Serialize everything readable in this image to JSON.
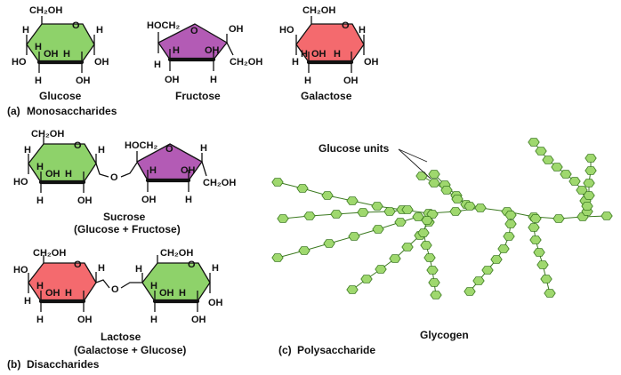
{
  "colors": {
    "glucose": "#8ed26a",
    "fructose": "#b35bb5",
    "galactose": "#f46a6e",
    "unit": "#9fd86e"
  },
  "glucose": {
    "labels": {
      "ch2oh": "CH₂OH",
      "o": "O",
      "h": "H",
      "oh": "OH",
      "ho": "HO"
    },
    "name": "Glucose"
  },
  "fructose": {
    "labels": {
      "hoch2": "HOCH₂",
      "o": "O",
      "h": "H",
      "oh": "OH",
      "ch2oh": "CH₂OH"
    },
    "name": "Fructose"
  },
  "galactose": {
    "labels": {
      "ch2oh": "CH₂OH",
      "o": "O",
      "h": "H",
      "oh": "OH",
      "ho": "HO"
    },
    "name": "Galactose"
  },
  "section_a": {
    "letter": "(a)",
    "label": "Monosaccharides"
  },
  "sucrose": {
    "name": "Sucrose",
    "sub": "(Glucose + Fructose)",
    "link_o": "O"
  },
  "lactose": {
    "name": "Lactose",
    "sub": "(Galactose + Glucose)",
    "link_o": "O"
  },
  "section_b": {
    "letter": "(b)",
    "label": "Disaccharides"
  },
  "glycogen": {
    "callout": "Glucose units",
    "name": "Glycogen"
  },
  "section_c": {
    "letter": "(c)",
    "label": "Polysaccharide"
  }
}
